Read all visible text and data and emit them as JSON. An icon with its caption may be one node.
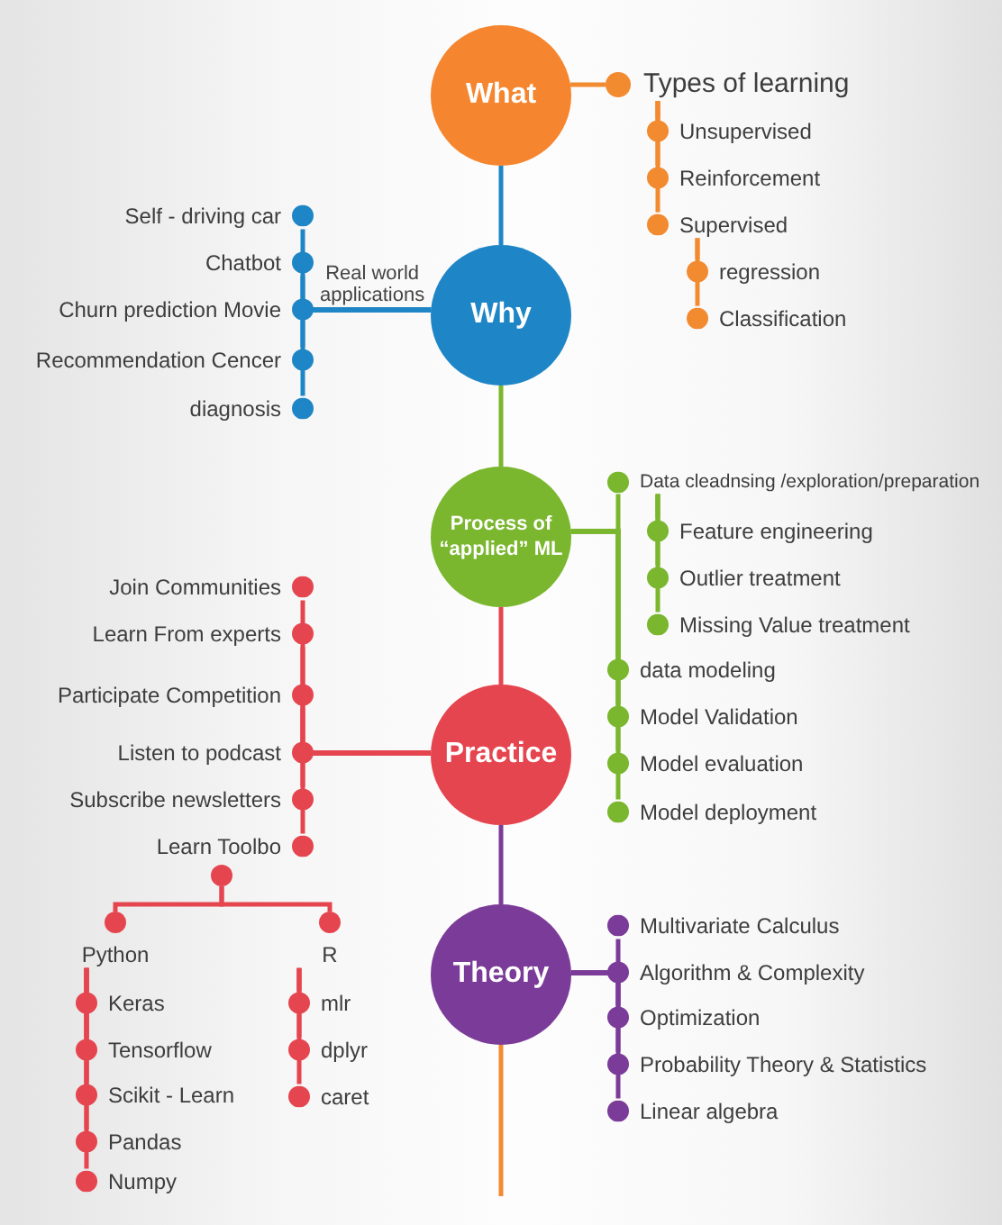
{
  "diagram": {
    "nodes": [
      {
        "text": [
          "What"
        ]
      },
      {
        "text": [
          "Types of learning"
        ]
      },
      {
        "text": [
          "Unsupervised"
        ]
      },
      {
        "text": [
          "Reinforcement"
        ]
      },
      {
        "text": [
          "Supervised"
        ]
      },
      {
        "text": [
          "regression"
        ]
      },
      {
        "text": [
          "Classification"
        ]
      },
      {
        "text": [
          "Self - driving car"
        ]
      },
      {
        "text": [
          "Chatbot"
        ]
      },
      {
        "text": [
          "Churn prediction Movie"
        ]
      },
      {
        "text": [
          "Recommendation Cencer"
        ]
      },
      {
        "text": [
          "diagnosis"
        ]
      },
      {
        "text": [
          "Why"
        ]
      },
      {
        "text": [
          "Process of “applied” ML"
        ]
      },
      {
        "text": [
          "Data cleadnsing /exploration/preparation"
        ]
      },
      {
        "text": [
          "Feature engineering"
        ]
      },
      {
        "text": [
          "Outlier treatment"
        ]
      },
      {
        "text": [
          "Missing Value treatment"
        ]
      },
      {
        "text": [
          "data modeling"
        ]
      },
      {
        "text": [
          "Model Validation"
        ]
      },
      {
        "text": [
          "Model evaluation"
        ]
      },
      {
        "text": [
          "Model deployment"
        ]
      },
      {
        "text": [
          "Join Communities"
        ]
      },
      {
        "text": [
          "Learn From experts"
        ]
      },
      {
        "text": [
          "Participate Competition"
        ]
      },
      {
        "text": [
          "Listen to podcast"
        ]
      },
      {
        "text": [
          "Subscribe newsletters"
        ]
      },
      {
        "text": [
          "Learn Toolbo"
        ]
      },
      {
        "text": [
          "Practice"
        ]
      },
      {
        "text": [],
        "shape": "circle"
      },
      {
        "text": [
          "Python"
        ]
      },
      {
        "text": [
          "R"
        ]
      },
      {
        "text": [
          "Keras"
        ]
      },
      {
        "text": [
          "Tensorflow"
        ]
      },
      {
        "text": [
          "Scikit - Learn"
        ]
      },
      {
        "text": [
          "Pandas"
        ]
      },
      {
        "text": [
          "Numpy"
        ]
      },
      {
        "text": [
          "mlr"
        ]
      },
      {
        "text": [
          "dplyr"
        ]
      },
      {
        "text": [
          "caret"
        ]
      },
      {
        "text": [
          "Theory"
        ]
      },
      {
        "text": [
          "Multivariate Calculus"
        ]
      },
      {
        "text": [
          "Algorithm & Complexity"
        ]
      },
      {
        "text": [
          "Optimization"
        ]
      },
      {
        "text": [
          "Probability Theory & Statistics"
        ]
      },
      {
        "text": [
          "Linear algebra"
        ]
      }
    ],
    "edges": [
      {
        "from": 0,
        "to": 12,
        "arrow": "none",
        "color": "#1e86c6"
      },
      {
        "from": 12,
        "to": 13,
        "arrow": "none",
        "color": "#7ab62e"
      },
      {
        "from": 13,
        "to": 28,
        "arrow": "none",
        "color": "#e5454e"
      },
      {
        "from": 28,
        "to": 40,
        "arrow": "none",
        "color": "#7b3b98"
      },
      {
        "from": 40,
        "to": null,
        "arrow": "none",
        "color": "#f28a30"
      },
      {
        "from": 0,
        "to": 1,
        "arrow": "none",
        "color": "#f28a30"
      },
      {
        "from": 1,
        "to": 2,
        "arrow": "none",
        "color": "#f28a30"
      },
      {
        "from": 1,
        "to": 3,
        "arrow": "none",
        "color": "#f28a30"
      },
      {
        "from": 1,
        "to": 4,
        "arrow": "none",
        "color": "#f28a30"
      },
      {
        "from": 4,
        "to": 5,
        "arrow": "none",
        "color": "#f28a30"
      },
      {
        "from": 4,
        "to": 6,
        "arrow": "none",
        "color": "#f28a30"
      },
      {
        "from": 12,
        "to": 7,
        "arrow": "none",
        "color": "#1e86c6"
      },
      {
        "from": 12,
        "to": 8,
        "arrow": "none",
        "color": "#1e86c6"
      },
      {
        "from": 12,
        "to": 9,
        "arrow": "none",
        "color": "#1e86c6",
        "label": "Real world applications"
      },
      {
        "from": 12,
        "to": 10,
        "arrow": "none",
        "color": "#1e86c6"
      },
      {
        "from": 12,
        "to": 11,
        "arrow": "none",
        "color": "#1e86c6"
      },
      {
        "from": 13,
        "to": 14,
        "arrow": "none",
        "color": "#7ab62e"
      },
      {
        "from": 13,
        "to": 18,
        "arrow": "none",
        "color": "#7ab62e"
      },
      {
        "from": 13,
        "to": 19,
        "arrow": "none",
        "color": "#7ab62e"
      },
      {
        "from": 13,
        "to": 20,
        "arrow": "none",
        "color": "#7ab62e"
      },
      {
        "from": 13,
        "to": 21,
        "arrow": "none",
        "color": "#7ab62e"
      },
      {
        "from": 14,
        "to": 15,
        "arrow": "none",
        "color": "#7ab62e"
      },
      {
        "from": 14,
        "to": 16,
        "arrow": "none",
        "color": "#7ab62e"
      },
      {
        "from": 14,
        "to": 17,
        "arrow": "none",
        "color": "#7ab62e"
      },
      {
        "from": 28,
        "to": 22,
        "arrow": "none",
        "color": "#e5454e"
      },
      {
        "from": 28,
        "to": 23,
        "arrow": "none",
        "color": "#e5454e"
      },
      {
        "from": 28,
        "to": 24,
        "arrow": "none",
        "color": "#e5454e"
      },
      {
        "from": 28,
        "to": 25,
        "arrow": "none",
        "color": "#e5454e"
      },
      {
        "from": 28,
        "to": 26,
        "arrow": "none",
        "color": "#e5454e"
      },
      {
        "from": 28,
        "to": 27,
        "arrow": "none",
        "color": "#e5454e"
      },
      {
        "from": 29,
        "to": 30,
        "arrow": "none",
        "color": "#e5454e"
      },
      {
        "from": 29,
        "to": 31,
        "arrow": "none",
        "color": "#e5454e"
      },
      {
        "from": 30,
        "to": 32,
        "arrow": "none",
        "color": "#e5454e"
      },
      {
        "from": 30,
        "to": 33,
        "arrow": "none",
        "color": "#e5454e"
      },
      {
        "from": 30,
        "to": 34,
        "arrow": "none",
        "color": "#e5454e"
      },
      {
        "from": 30,
        "to": 35,
        "arrow": "none",
        "color": "#e5454e"
      },
      {
        "from": 30,
        "to": 36,
        "arrow": "none",
        "color": "#e5454e"
      },
      {
        "from": 31,
        "to": 37,
        "arrow": "none",
        "color": "#e5454e"
      },
      {
        "from": 31,
        "to": 38,
        "arrow": "none",
        "color": "#e5454e"
      },
      {
        "from": 31,
        "to": 39,
        "arrow": "none",
        "color": "#e5454e"
      },
      {
        "from": 40,
        "to": 41,
        "arrow": "none",
        "color": "#7b3b98"
      },
      {
        "from": 40,
        "to": 42,
        "arrow": "none",
        "color": "#7b3b98"
      },
      {
        "from": 40,
        "to": 43,
        "arrow": "none",
        "color": "#7b3b98"
      },
      {
        "from": 40,
        "to": 44,
        "arrow": "none",
        "color": "#7b3b98"
      },
      {
        "from": 40,
        "to": 45,
        "arrow": "none",
        "color": "#7b3b98"
      }
    ]
  }
}
